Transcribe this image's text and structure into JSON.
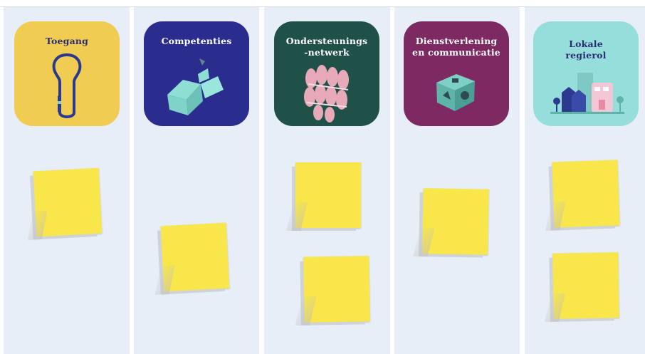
{
  "board": {
    "columns": [
      {
        "title": "Toegang",
        "card_color": "#f0cc52",
        "title_color": "#2b2d72",
        "icon": "keyhole-carabiner-icon",
        "sticky_notes": 1
      },
      {
        "title": "Competenties",
        "card_color": "#2b2d8e",
        "title_color": "#ffffff",
        "icon": "toolbox-icon",
        "sticky_notes": 1
      },
      {
        "title": "Ondersteunings\n-netwerk",
        "card_color": "#1f5149",
        "title_color": "#ffffff",
        "icon": "connected-people-icon",
        "sticky_notes": 2
      },
      {
        "title": "Dienstverlening\nen communicatie",
        "card_color": "#7d2a63",
        "title_color": "#ffffff",
        "icon": "shape-cube-icon",
        "sticky_notes": 1
      },
      {
        "title": "Lokale\nregierol",
        "card_color": "#96dedb",
        "title_color": "#2b2d72",
        "icon": "town-buildings-icon",
        "sticky_notes": 2
      }
    ]
  },
  "colors": {
    "column_bg": "#e7eef8",
    "sticky_note": "#f8e64a"
  }
}
